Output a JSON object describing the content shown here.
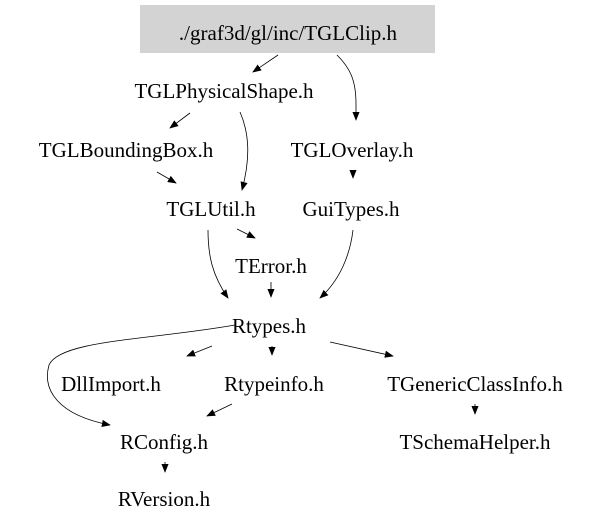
{
  "nodes": {
    "root": "./graf3d/gl/inc/TGLClip.h",
    "physicalshape": "TGLPhysicalShape.h",
    "boundingbox": "TGLBoundingBox.h",
    "overlay": "TGLOverlay.h",
    "util": "TGLUtil.h",
    "guitypes": "GuiTypes.h",
    "terror": "TError.h",
    "rtypes": "Rtypes.h",
    "dllimport": "DllImport.h",
    "rtypeinfo": "Rtypeinfo.h",
    "genericclassinfo": "TGenericClassInfo.h",
    "rconfig": "RConfig.h",
    "schemahelper": "TSchemaHelper.h",
    "rversion": "RVersion.h"
  },
  "edges": [
    [
      "root",
      "physicalshape"
    ],
    [
      "root",
      "overlay"
    ],
    [
      "physicalshape",
      "boundingbox"
    ],
    [
      "physicalshape",
      "util"
    ],
    [
      "boundingbox",
      "util"
    ],
    [
      "overlay",
      "guitypes"
    ],
    [
      "util",
      "terror"
    ],
    [
      "util",
      "rtypes"
    ],
    [
      "terror",
      "rtypes"
    ],
    [
      "guitypes",
      "rtypes"
    ],
    [
      "rtypes",
      "dllimport"
    ],
    [
      "rtypes",
      "rtypeinfo"
    ],
    [
      "rtypes",
      "genericclassinfo"
    ],
    [
      "rtypes",
      "rconfig"
    ],
    [
      "rtypeinfo",
      "rconfig"
    ],
    [
      "genericclassinfo",
      "schemahelper"
    ],
    [
      "rconfig",
      "rversion"
    ]
  ],
  "colors": {
    "root_fill": "#d3d3d3"
  }
}
